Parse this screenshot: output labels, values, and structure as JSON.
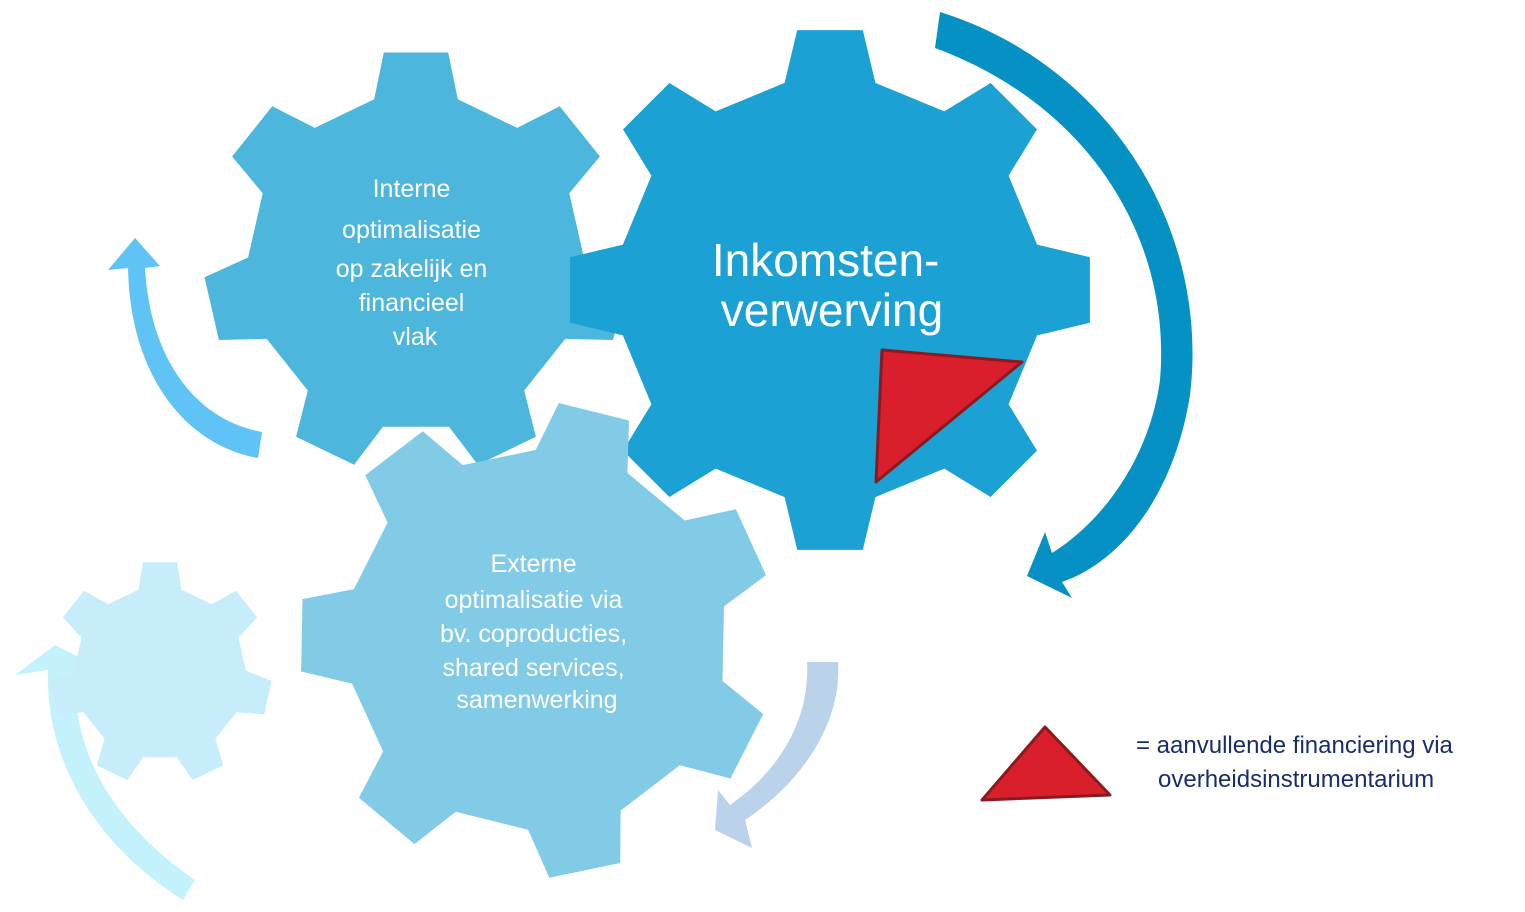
{
  "gears": {
    "interne": {
      "label_lines": [
        "Interne",
        "optimalisatie",
        "op zakelijk  en",
        "financieel",
        "vlak"
      ],
      "color": "#4db6dd"
    },
    "inkomsten": {
      "label_lines": [
        "Inkomsten-",
        "verwerving"
      ],
      "color": "#1ba1d4"
    },
    "externe": {
      "label_lines": [
        "Externe",
        "optimalisatie via",
        "bv. coproducties,",
        "shared services,",
        "samenwerking"
      ],
      "color": "#82cbe6"
    },
    "small": {
      "color": "#c7edfb"
    }
  },
  "arrows": {
    "inkomsten_color": "#0591c4",
    "interne_color": "#5fc3f5",
    "externe_color": "#bad2ea",
    "small_color": "#c4f2fc"
  },
  "marker": {
    "fill": "#d91f2b",
    "stroke": "#8b1a1f"
  },
  "legend": {
    "line1": "= aanvullende financiering via",
    "line2": "overheidsinstrumentarium"
  }
}
